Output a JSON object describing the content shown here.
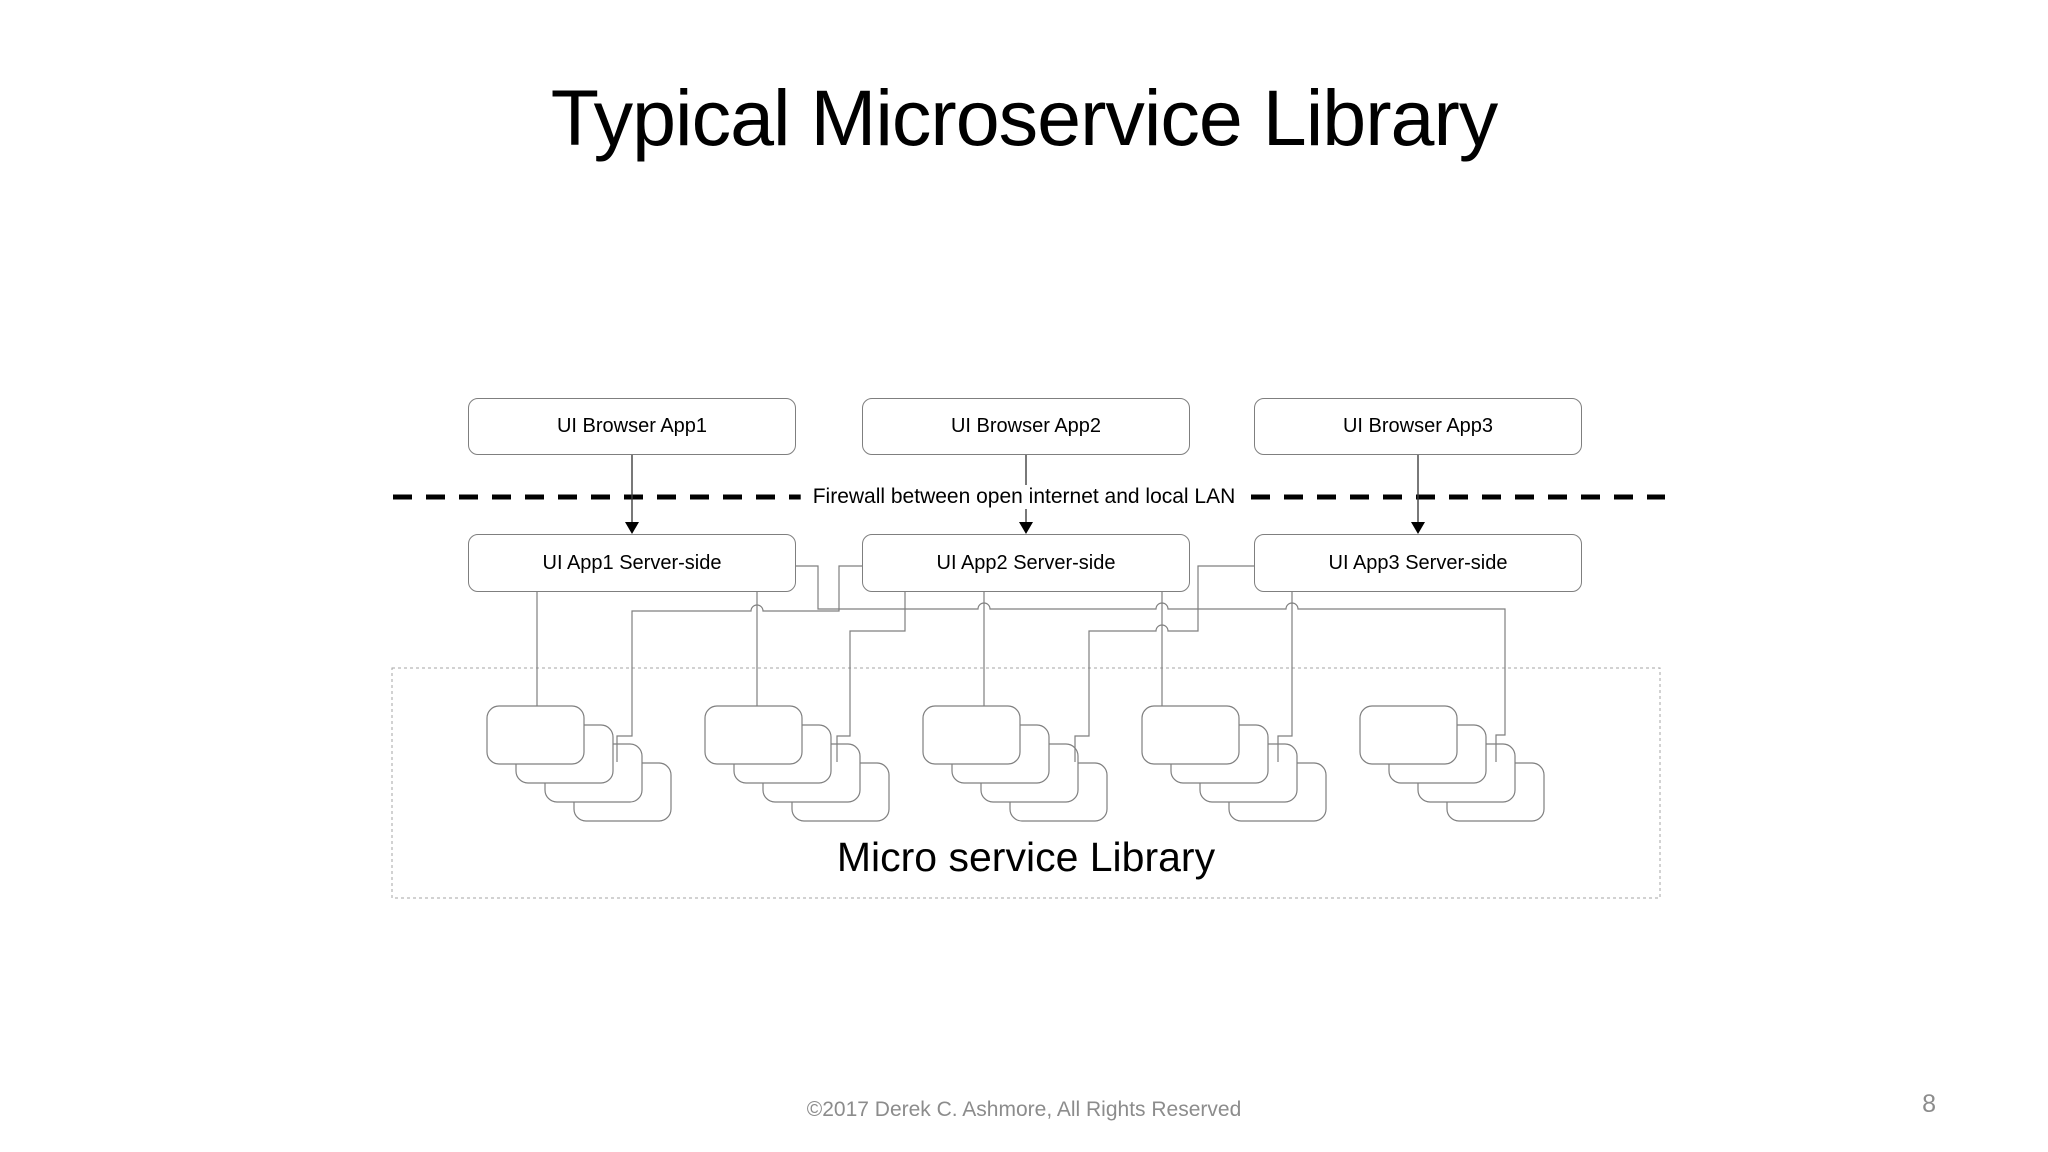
{
  "slide": {
    "title": "Typical Microservice Library",
    "footer_text": "©2017 Derek C. Ashmore, All Rights Reserved",
    "page_number": "8"
  },
  "diagram": {
    "browser_boxes": [
      {
        "label": "UI Browser App1"
      },
      {
        "label": "UI Browser App2"
      },
      {
        "label": "UI Browser App3"
      }
    ],
    "firewall_label": "Firewall between open internet and local LAN",
    "server_boxes": [
      {
        "label": "UI App1 Server-side"
      },
      {
        "label": "UI App2 Server-side"
      },
      {
        "label": "UI App3 Server-side"
      }
    ],
    "library_label": "Micro service Library",
    "library_cluster_count": 5,
    "services_per_cluster": 4,
    "colors": {
      "box_border": "#7f7f7f",
      "connector": "#7f7f7f",
      "firewall_line": "#000000",
      "container_border": "#a6a6a6",
      "muted_text": "#8c8c8c"
    }
  }
}
